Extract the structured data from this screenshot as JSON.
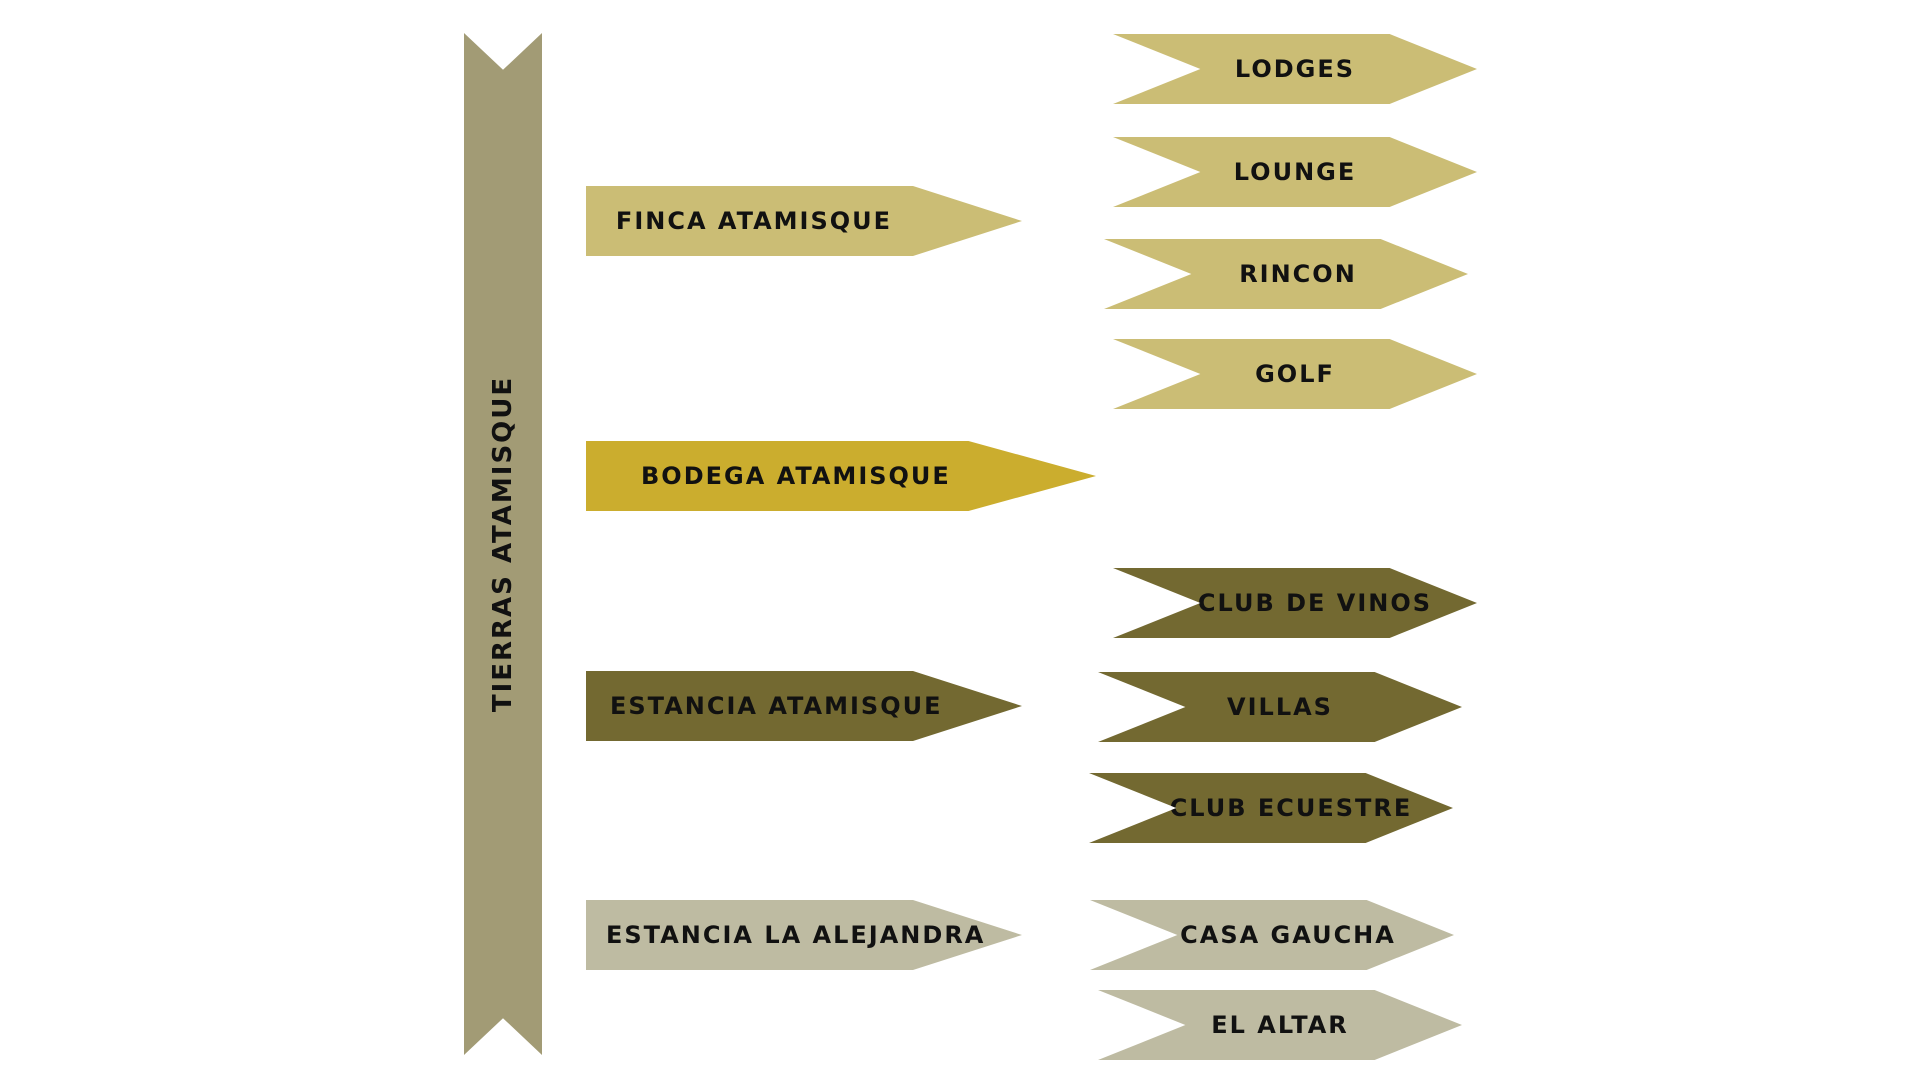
{
  "colors": {
    "banner": "#a29b75",
    "light_gold": "#cbbd75",
    "gold": "#cbad2e",
    "olive": "#736931",
    "beige": "#bebba2"
  },
  "banner": {
    "label": "TIERRAS ATAMISQUE"
  },
  "main": [
    {
      "label": "FINCA ATAMISQUE",
      "color": "#cbbd75"
    },
    {
      "label": "BODEGA ATAMISQUE",
      "color": "#cbad2e"
    },
    {
      "label": "ESTANCIA ATAMISQUE",
      "color": "#736931"
    },
    {
      "label": "ESTANCIA LA ALEJANDRA",
      "color": "#bebba2"
    }
  ],
  "sub": [
    {
      "label": "LODGES",
      "color": "#cbbd75"
    },
    {
      "label": "LOUNGE",
      "color": "#cbbd75"
    },
    {
      "label": "RINCON",
      "color": "#cbbd75"
    },
    {
      "label": "GOLF",
      "color": "#cbbd75"
    },
    {
      "label": "CLUB DE VINOS",
      "color": "#736931"
    },
    {
      "label": "VILLAS",
      "color": "#736931"
    },
    {
      "label": "CLUB ECUESTRE",
      "color": "#736931"
    },
    {
      "label": "CASA GAUCHA",
      "color": "#bebba2"
    },
    {
      "label": "EL ALTAR",
      "color": "#bebba2"
    }
  ]
}
